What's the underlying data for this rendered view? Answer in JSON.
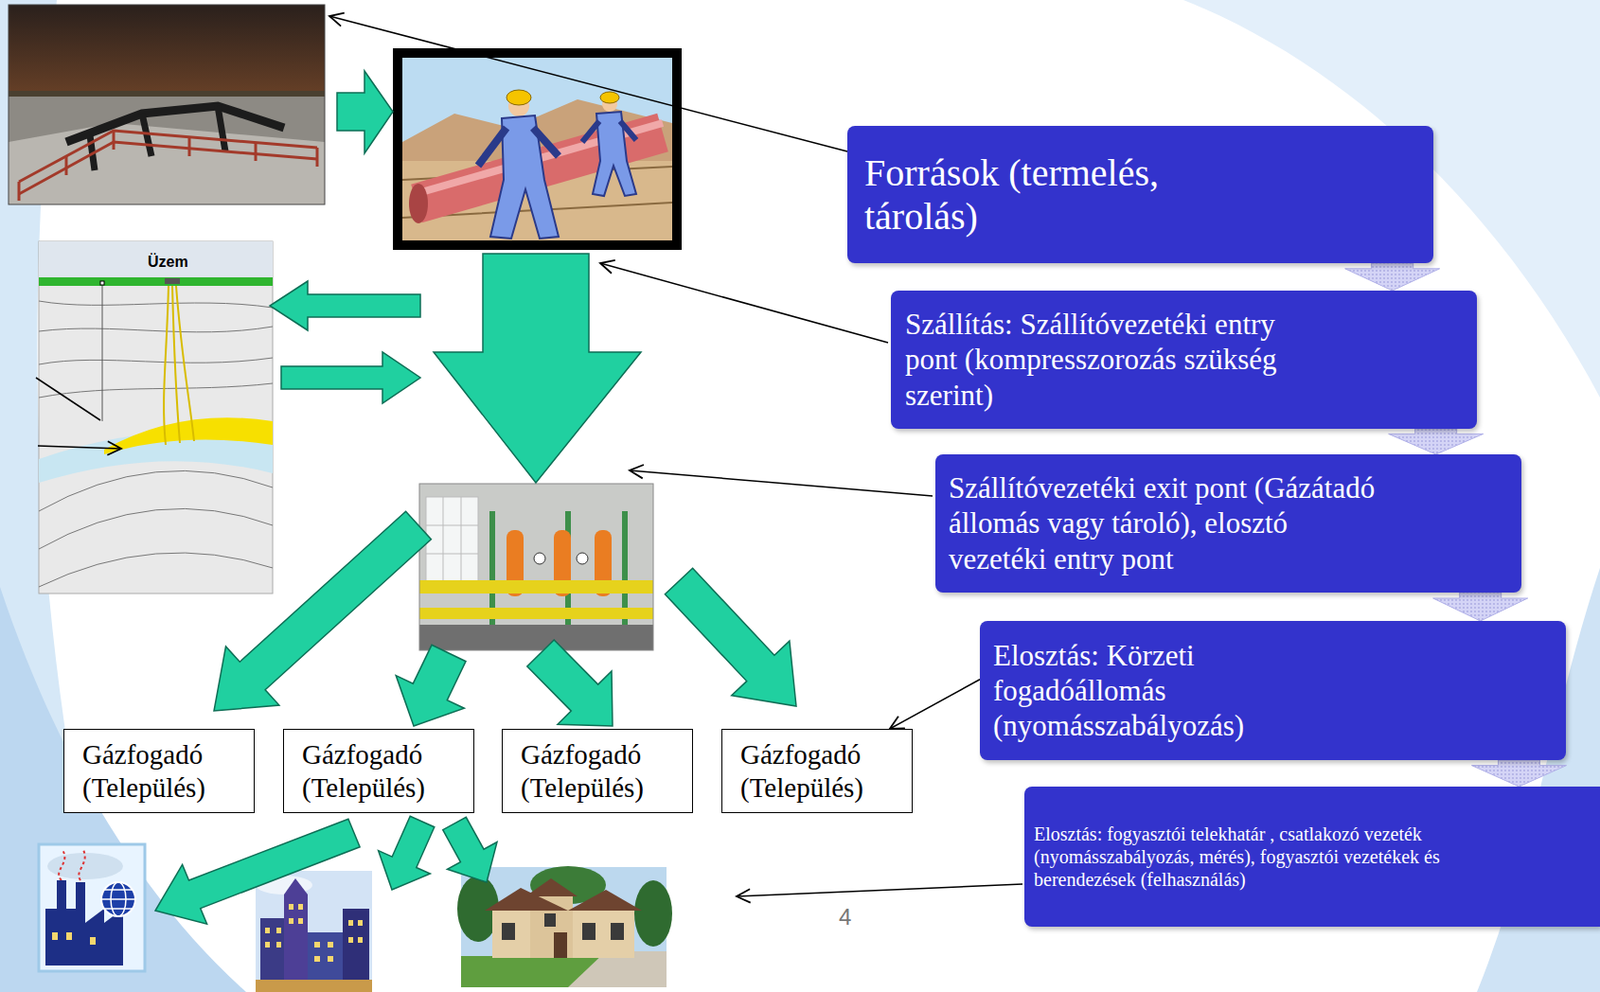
{
  "diagram": {
    "nodes": [
      {
        "text": [
          "Források (termelés, tárolás)"
        ]
      },
      {
        "text": [
          "Szállítás: Szállítóvezetéki entry pont (kompresszorozás szükség szerint)"
        ]
      },
      {
        "text": [
          "Szállítóvezetéki exit pont (Gázátadó állomás vagy tároló), elosztó vezetéki entry pont"
        ]
      },
      {
        "text": [
          "Elosztás: Körzeti fogadóállomás (nyomásszabályozás)"
        ]
      },
      {
        "text": [
          "Elosztás: fogyasztói telekhatár , csatlakozó vezeték (nyomásszabályozás, mérés), fogyasztói vezetékek és berendezések (felhasználás)"
        ]
      },
      {
        "text": [
          "Gázfogadó (Település)"
        ]
      },
      {
        "text": [
          "Gázfogadó (Település)"
        ]
      },
      {
        "text": [
          "Gázfogadó (Település)"
        ]
      },
      {
        "text": [
          "Gázfogadó (Település)"
        ]
      }
    ],
    "edges": [
      {
        "from": 0,
        "to": 1,
        "arrow": "to"
      },
      {
        "from": 1,
        "to": 2,
        "arrow": "to"
      },
      {
        "from": 2,
        "to": 3,
        "arrow": "to"
      },
      {
        "from": 3,
        "to": 4,
        "arrow": "to"
      },
      {
        "from": 3,
        "to": 8,
        "arrow": "to"
      }
    ],
    "labels": [
      "Üzem",
      "4"
    ]
  }
}
